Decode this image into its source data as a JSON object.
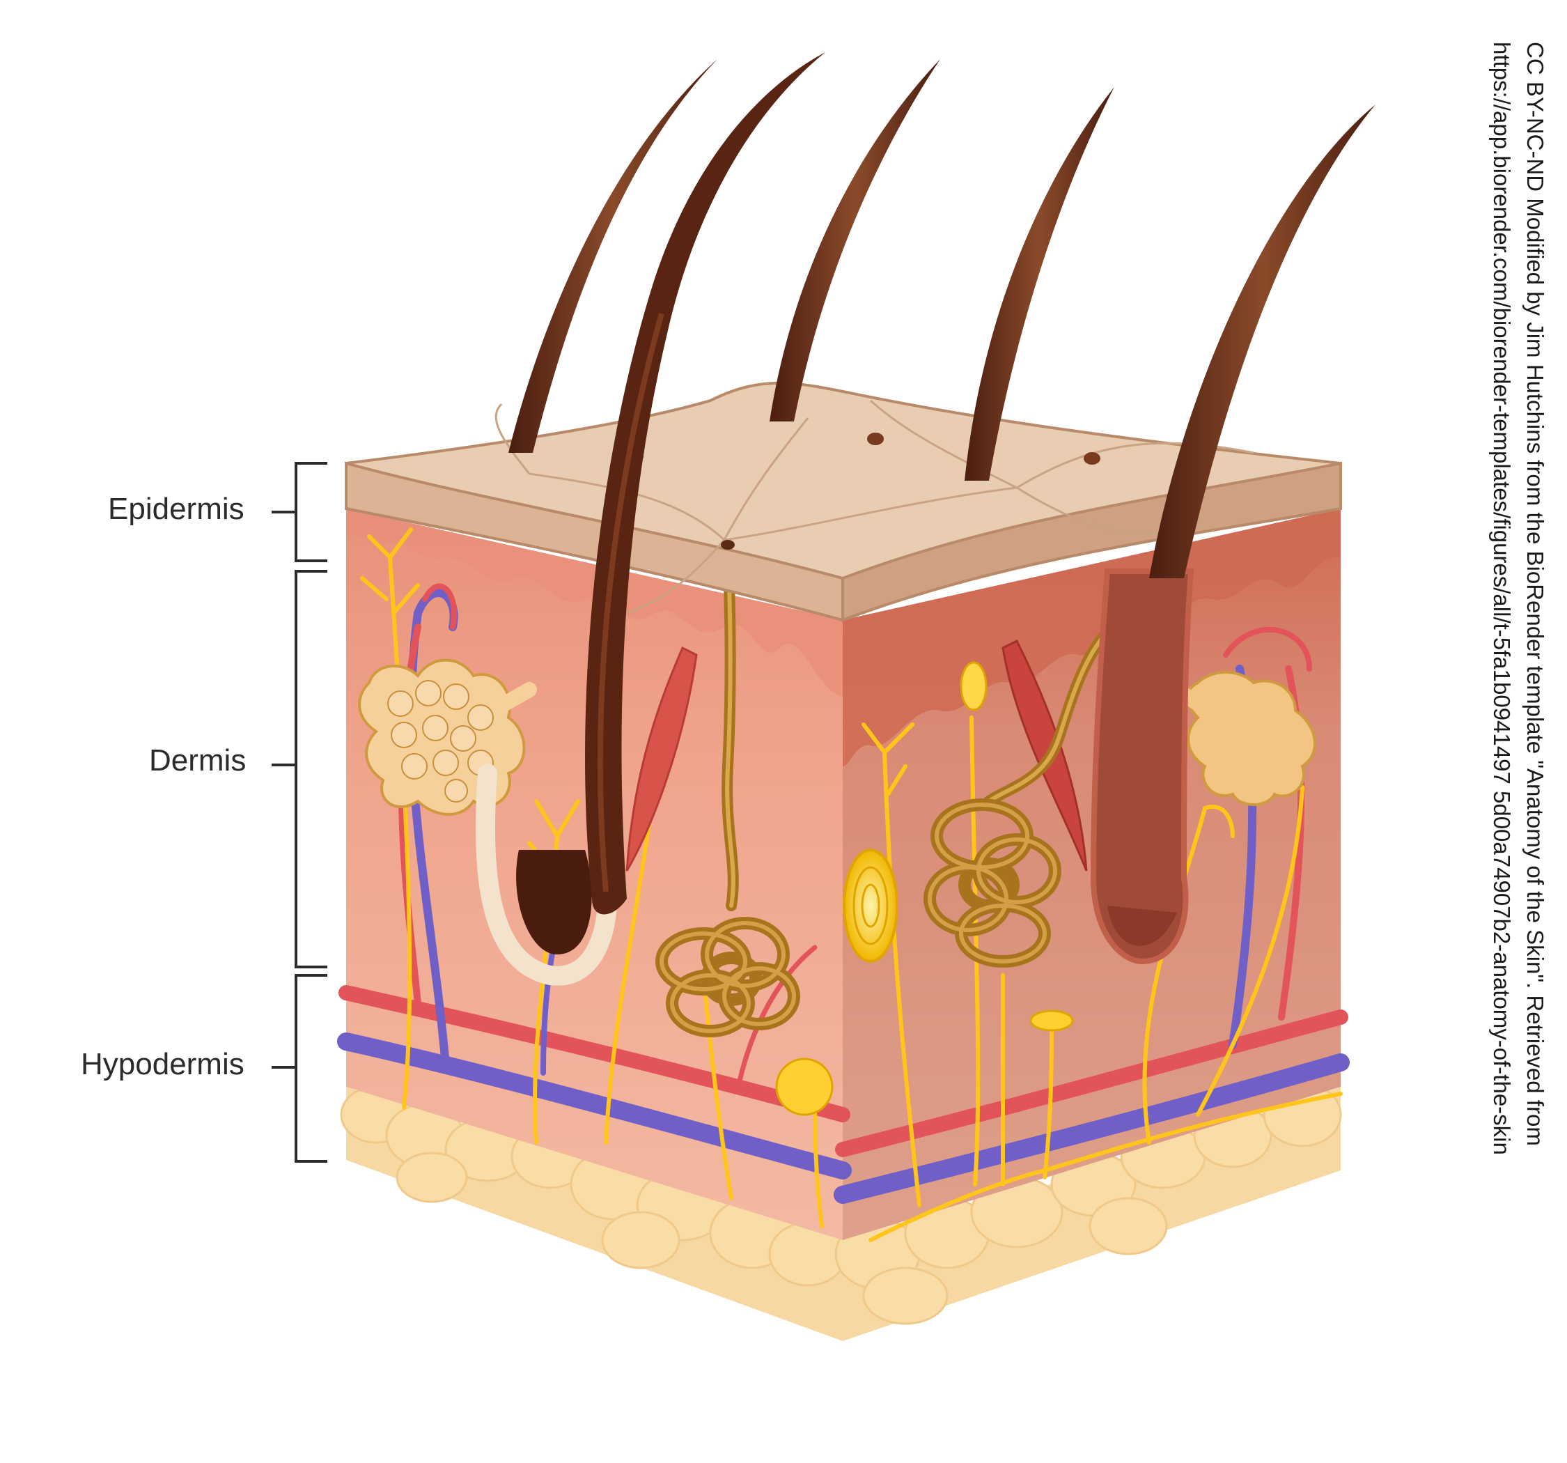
{
  "labels": {
    "epidermis": "Epidermis",
    "dermis": "Dermis",
    "hypodermis": "Hypodermis"
  },
  "credit": {
    "line1": "CC BY-NC-ND Modified by Jim Hutchins from the BioRender template \"Anatomy of the Skin\". Retrieved from",
    "line2": "https://app.biorender.com/biorender-templates/figures/all/t-5fa1b0941497 5d00a74907b2-anatomy-of-the-skin"
  },
  "colors": {
    "epidermis_top": "#ead1b8",
    "epidermis_front": "#dcb79c",
    "dermis_upper": "#e8917a",
    "dermis_lower": "#f1b49d",
    "dermis_right": "#d7907c",
    "hypodermis_fat": "#f7d59c",
    "hair": "#6b2f1a",
    "nerve": "#ffc51a",
    "artery": "#e2545a",
    "vein": "#6f5fc6",
    "sweat_gland": "#a7741d",
    "muscle": "#d8534a"
  }
}
